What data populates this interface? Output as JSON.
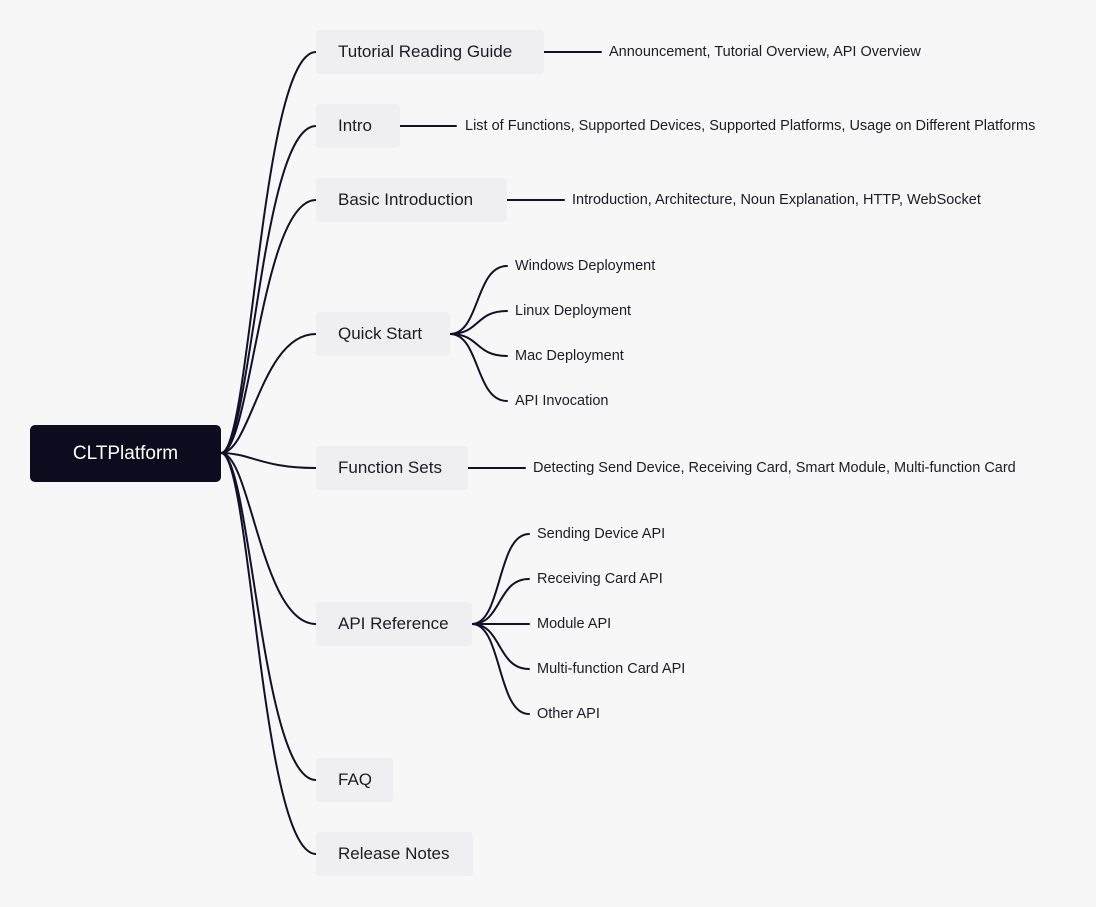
{
  "root": {
    "label": "CLTPlatform"
  },
  "branches": [
    {
      "label": "Tutorial Reading Guide",
      "children": [
        "Announcement, Tutorial Overview, API Overview"
      ]
    },
    {
      "label": "Intro",
      "children": [
        "List of Functions, Supported Devices, Supported Platforms, Usage on Different Platforms"
      ]
    },
    {
      "label": "Basic Introduction",
      "children": [
        "Introduction, Architecture, Noun Explanation, HTTP, WebSocket"
      ]
    },
    {
      "label": "Quick Start",
      "children": [
        "Windows Deployment",
        "Linux Deployment",
        "Mac Deployment",
        "API Invocation"
      ]
    },
    {
      "label": "Function Sets",
      "children": [
        "Detecting Send Device, Receiving Card, Smart Module, Multi-function Card"
      ]
    },
    {
      "label": "API Reference",
      "children": [
        "Sending Device API",
        "Receiving Card API",
        "Module API",
        "Multi-function Card API",
        "Other API"
      ]
    },
    {
      "label": "FAQ",
      "children": []
    },
    {
      "label": "Release Notes",
      "children": []
    }
  ],
  "colors": {
    "root_bg": "#0d0b1e",
    "branch_bg": "#efeff1",
    "line": "#12102a",
    "text": "#1b1b24"
  }
}
